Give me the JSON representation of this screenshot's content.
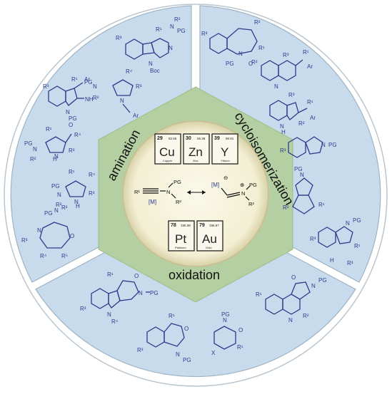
{
  "sectors": {
    "amination": {
      "label": "amination"
    },
    "cycloisomerization": {
      "label": "cycloisomerization"
    },
    "oxidation": {
      "label": "oxidation"
    }
  },
  "elements": [
    {
      "number": "29",
      "mass": "63.55",
      "symbol": "Cu",
      "name": "Copper"
    },
    {
      "number": "30",
      "mass": "65.38",
      "symbol": "Zn",
      "name": "Zinc"
    },
    {
      "number": "39",
      "mass": "88.91",
      "symbol": "Y",
      "name": "Yttrium"
    },
    {
      "number": "78",
      "mass": "195.08",
      "symbol": "Pt",
      "name": "Platinum"
    },
    {
      "number": "79",
      "mass": "196.97",
      "symbol": "Au",
      "name": "Gold"
    }
  ],
  "center_equation": {
    "left_r1": "R¹",
    "left_n": "N",
    "left_pg": "PG",
    "left_r2": "R²",
    "left_m": "[M]",
    "right_m": "[M]",
    "right_minus": "⊖",
    "right_plus": "⊕",
    "right_n": "N",
    "right_pg": "PG",
    "right_r2": "R²"
  },
  "colors": {
    "sector_fill": "#c7dbed",
    "sector_border": "#8fa6b8",
    "hex_fill": "#b4cfa1",
    "center_fill": "#f6f3dc",
    "molecule_blue": "#2d3a8c"
  }
}
